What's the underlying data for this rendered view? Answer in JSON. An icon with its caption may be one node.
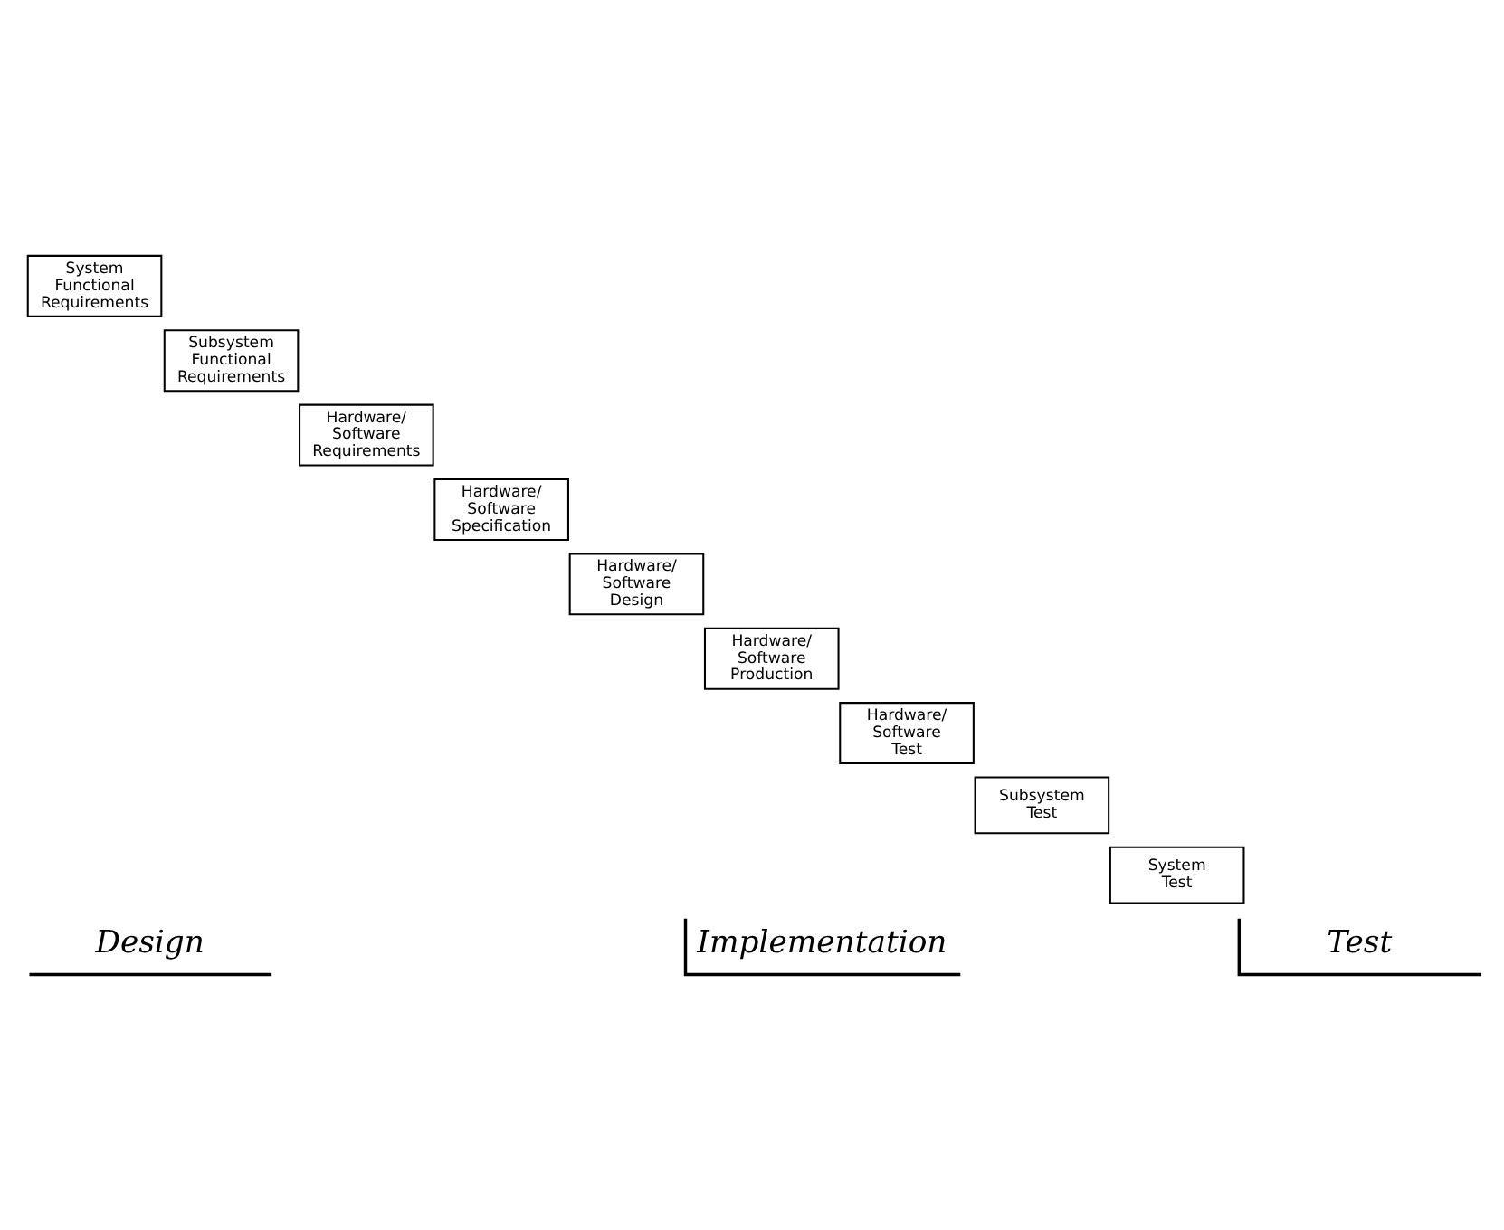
{
  "diagram": {
    "nodes": [
      {
        "text": [
          "System Functional Requirements"
        ]
      },
      {
        "text": [
          "Subsystem Functional Requirements"
        ]
      },
      {
        "text": [
          "Hardware/ Software Requirements"
        ]
      },
      {
        "text": [
          "Hardware/ Software Specification"
        ]
      },
      {
        "text": [
          "Hardware/ Software Design"
        ]
      },
      {
        "text": [
          "Hardware/ Software Production"
        ]
      },
      {
        "text": [
          "Hardware/ Software Test"
        ]
      },
      {
        "text": [
          "Subsystem Test"
        ]
      },
      {
        "text": [
          "System Test"
        ]
      }
    ],
    "labels": [
      "Design",
      "Implementation",
      "Test"
    ]
  }
}
